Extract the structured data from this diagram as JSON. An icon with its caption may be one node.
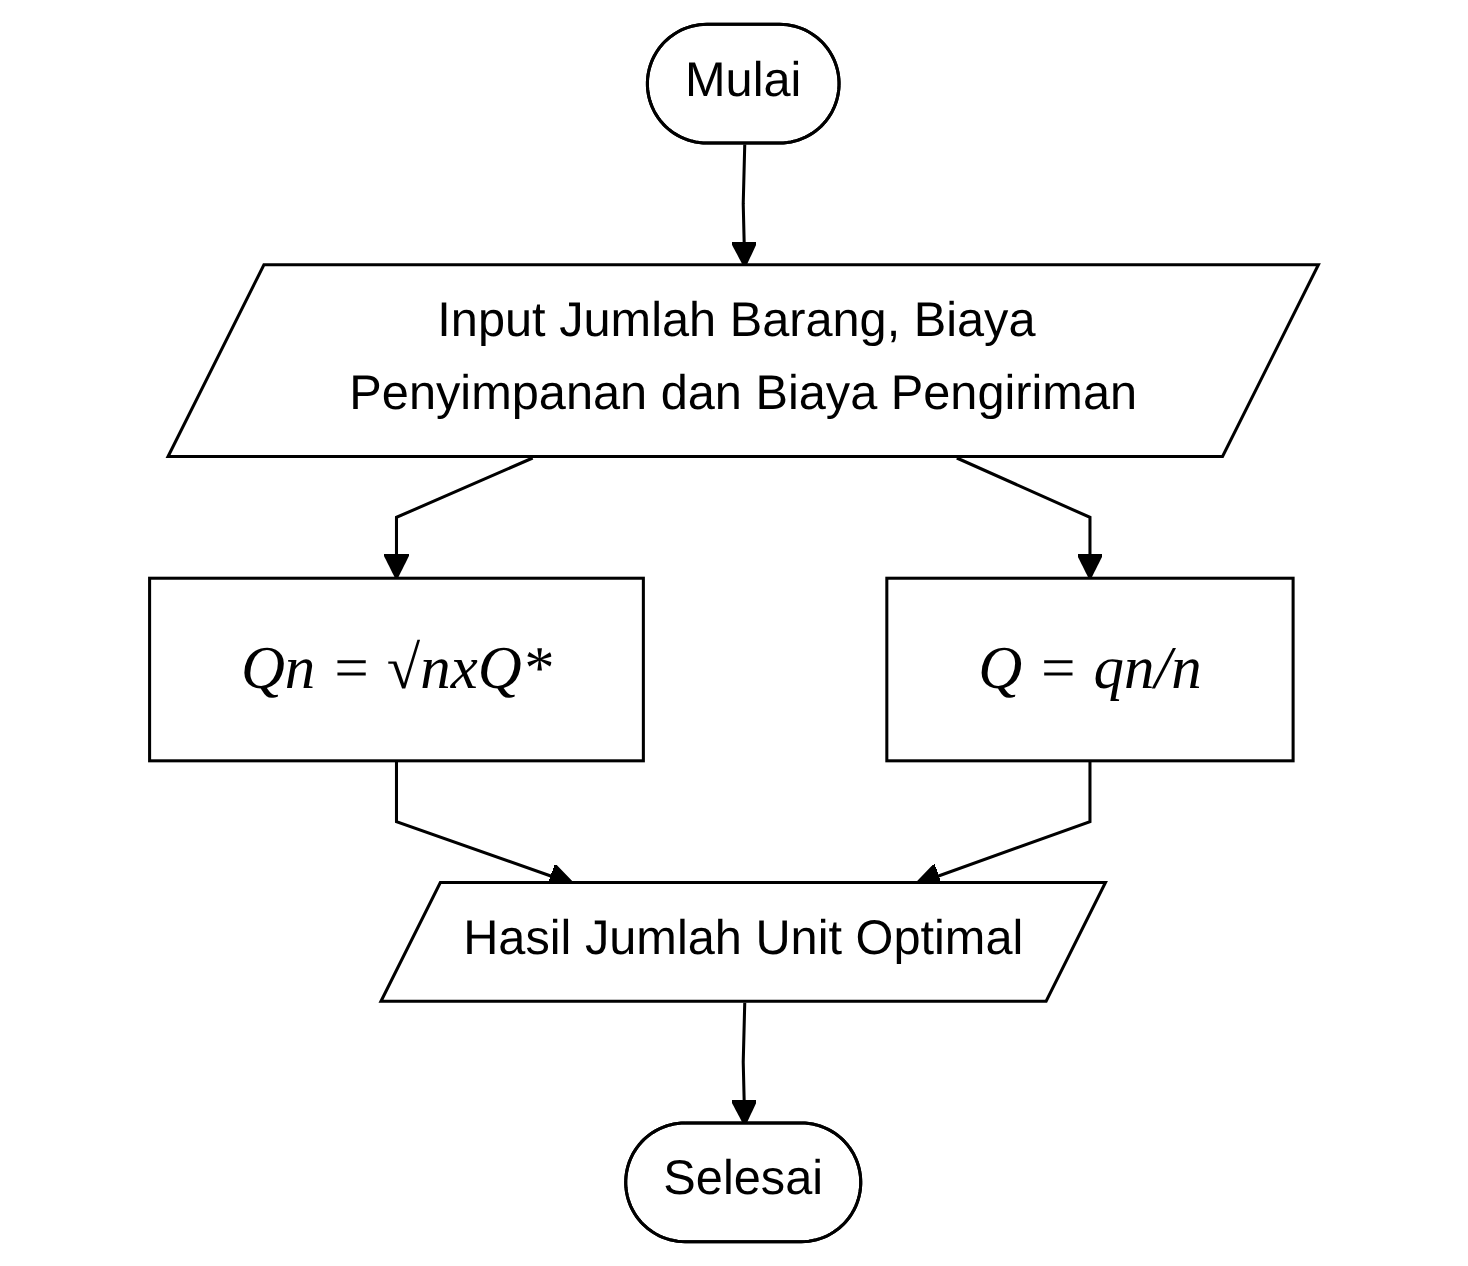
{
  "diagram": {
    "nodes": [
      {
        "text": [
          "Mulai"
        ]
      },
      {
        "text": [
          "Input Jumlah Barang, Biaya Penyimpanan dan Biaya Pengiriman"
        ]
      },
      {
        "text": [
          "Qn = √nxQ*"
        ]
      },
      {
        "text": [
          "Q = qn/n"
        ]
      },
      {
        "text": [
          "Hasil Jumlah Unit Optimal"
        ]
      },
      {
        "text": [
          "Selesai"
        ]
      }
    ],
    "edges": [
      {
        "from": 0,
        "to": 1,
        "arrow": "to"
      },
      {
        "from": 1,
        "to": 2,
        "arrow": "to"
      },
      {
        "from": 1,
        "to": 3,
        "arrow": "to"
      },
      {
        "from": 2,
        "to": 4,
        "arrow": "to"
      },
      {
        "from": 3,
        "to": 4,
        "arrow": "to"
      },
      {
        "from": 4,
        "to": 5,
        "arrow": "to"
      }
    ]
  }
}
